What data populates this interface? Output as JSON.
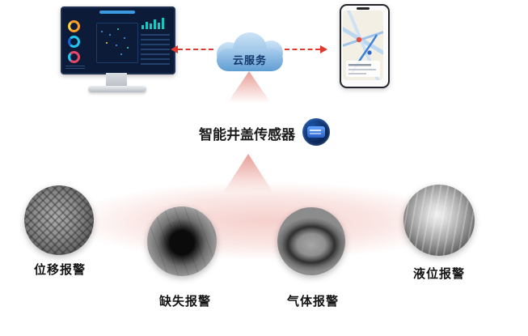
{
  "cloud": {
    "label": "云服务"
  },
  "sensor": {
    "label": "智能井盖传感器"
  },
  "alarms": [
    {
      "label": "位移报警",
      "icon": "manhole-cover-displaced-photo"
    },
    {
      "label": "缺失报警",
      "icon": "manhole-open-hole-photo"
    },
    {
      "label": "气体报警",
      "icon": "manhole-cover-closed-photo"
    },
    {
      "label": "液位报警",
      "icon": "manhole-water-overflow-photo"
    }
  ],
  "icons": {
    "monitor": "monitoring-dashboard-icon",
    "cloud": "cloud-service-icon",
    "phone": "mobile-map-app-icon",
    "sensor_device": "smart-manhole-sensor-icon",
    "arrows": "red-dashed-data-flow-arrows",
    "triangles": "pink-uplink-triangles"
  },
  "colors": {
    "arrow_red": "#e0392e",
    "cloud_blue": "#79afdd",
    "triangle_pink": "#e79890",
    "glow_pink": "#eeaaa3",
    "dashboard_bg": "#0c1b38"
  }
}
